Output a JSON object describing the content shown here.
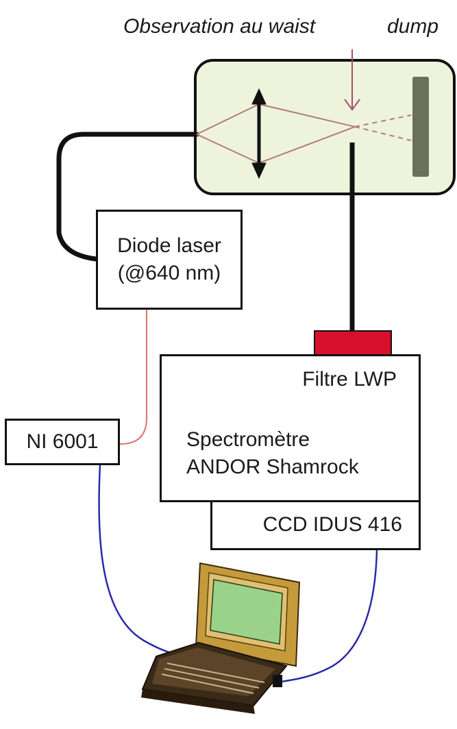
{
  "annotations": {
    "observation": "Observation au waist",
    "dump": "dump"
  },
  "diode": {
    "line1": "Diode laser",
    "line2": "(@640 nm)"
  },
  "daq": {
    "label": "NI 6001"
  },
  "spectrometer": {
    "filter": "Filtre LWP",
    "line1": "Spectromètre",
    "line2": "ANDOR Shamrock"
  },
  "camera": {
    "label": "CCD IDUS 416"
  },
  "colors": {
    "chamber_fill": "#eef3dc",
    "filter_red": "#d8102e",
    "blue_cable": "#2a2aa8",
    "red_wire": "#e07070",
    "beam": "#b07a80",
    "dump_block": "#6b7058",
    "laptop_body": "#c49a3a",
    "laptop_screen": "#9ad28a"
  }
}
